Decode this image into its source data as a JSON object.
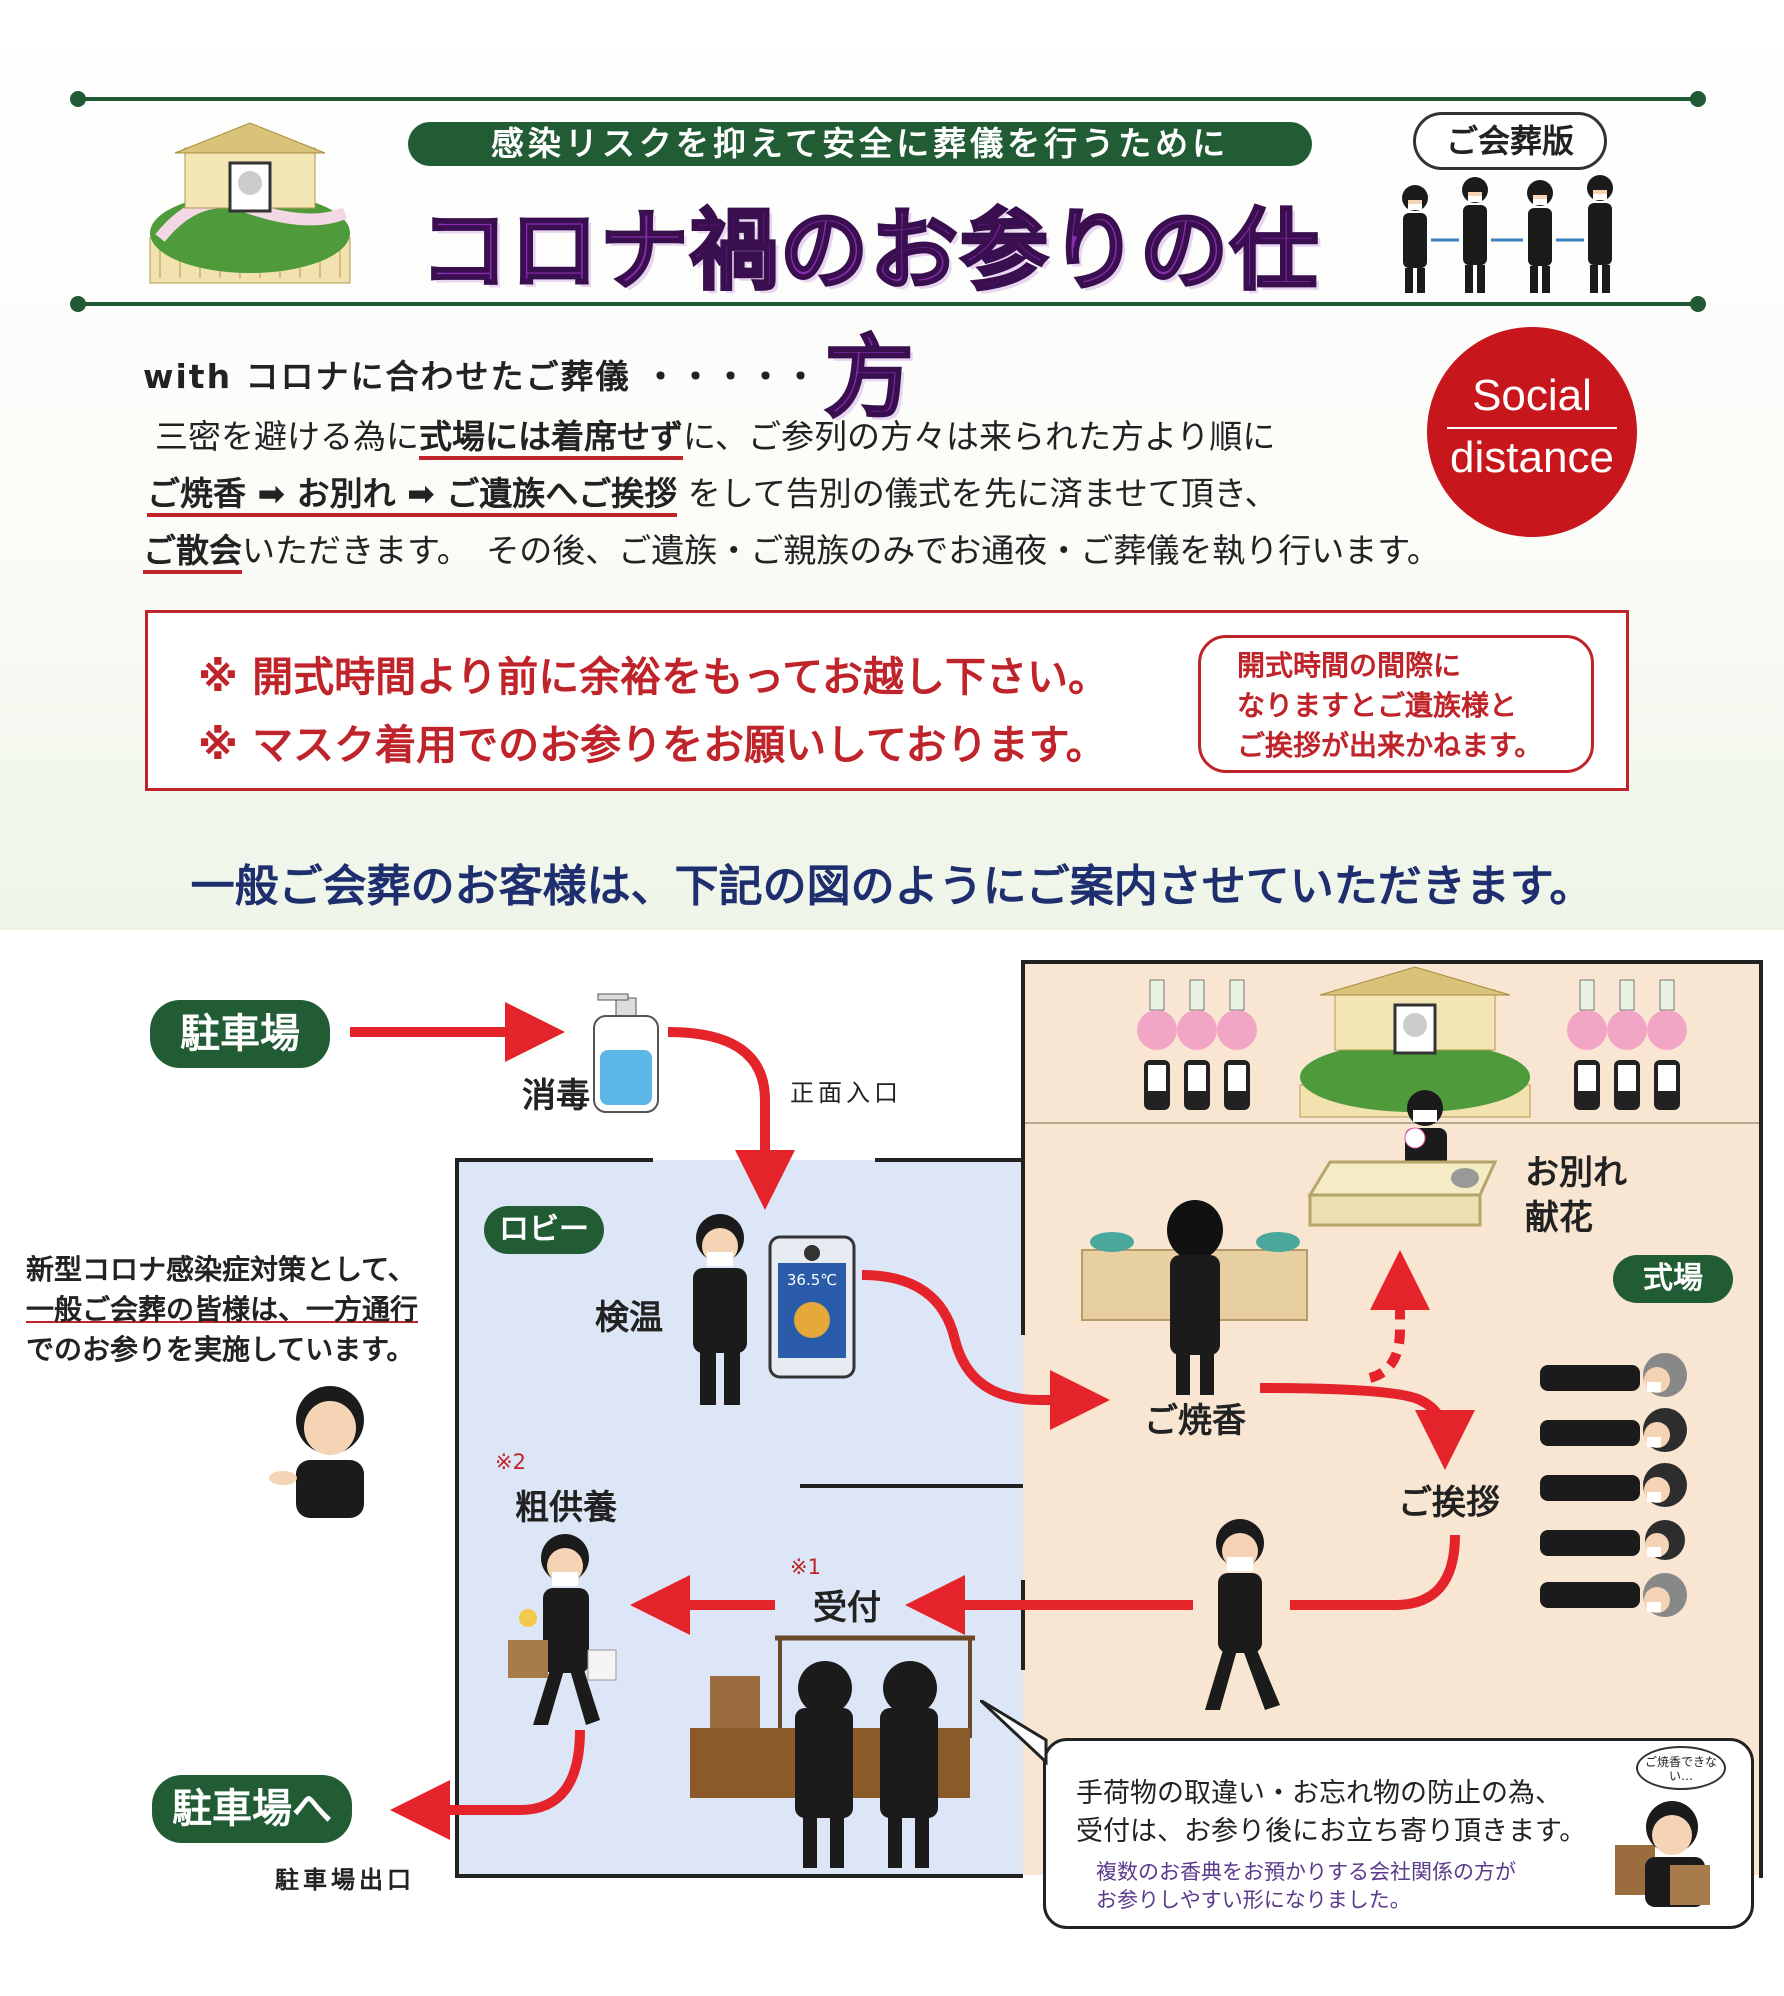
{
  "header": {
    "subtitle": "感染リスクを抑えて安全に葬儀を行うために",
    "title": "コロナ禍のお参りの仕方",
    "edition": "ご会葬版"
  },
  "intro": {
    "heading": "with コロナに合わせたご葬儀 ・・・・・",
    "line1_pre": "三密を避ける為に",
    "line1_emph": "式場には着席せず",
    "line1_post": "に、ご参列の方々は来られた方より順に",
    "line2_emph": "ご焼香 ➡ お別れ ➡ ご遺族へご挨拶",
    "line2_post": "をして告別の儀式を先に済ませて頂き、",
    "line3_emph": "ご散会",
    "line3_post": "いただきます。　その後、ご遺族・ご親族のみでお通夜・ご葬儀を執り行います。"
  },
  "social_badge": {
    "line1": "Social",
    "line2": "distance"
  },
  "notice": {
    "line1": "※ 開式時間より前に余裕をもってお越し下さい。",
    "line2": "※ マスク着用でのお参りをお願いしております。",
    "bubble": [
      "開式時間の間際に",
      "なりますとご遺族様と",
      "ご挨拶が出来かねます。"
    ]
  },
  "guide_text": "一般ご会葬のお客様は、下記の図のようにご案内させていただきます。",
  "diagram": {
    "parking": "駐車場",
    "disinfect": "消毒",
    "front_entrance": "正面入口",
    "lobby": "ロビー",
    "temperature": "検温",
    "thermometer_reading": "36.5℃",
    "incense": "ご焼香",
    "farewell": "お別れ",
    "flowers": "献花",
    "hall": "式場",
    "greeting": "ご挨拶",
    "reception_note": "※1",
    "reception": "受付",
    "gift_note": "※2",
    "gift": "粗供養",
    "to_parking": "駐車場へ",
    "parking_exit": "駐車場出口",
    "side_note": [
      "新型コロナ感染症対策として、",
      "一般ご会葬の皆様は、一方通行",
      "でのお参りを実施しています。"
    ],
    "speech_line1": "手荷物の取違い・お忘れ物の防止の為、",
    "speech_line2": "受付は、お参り後にお立ち寄り頂きます。",
    "speech_line3": "複数のお香典をお預かりする会社関係の方が",
    "speech_line4": "お参りしやすい形になりました。",
    "thought_bubble": "ご焼香できない…"
  },
  "colors": {
    "green": "#215c35",
    "red": "#c0242b",
    "purple": "#8a2cb0",
    "navy": "#1e2e6e",
    "lobby": "#dde6f6",
    "hall": "#f8e6d3"
  }
}
